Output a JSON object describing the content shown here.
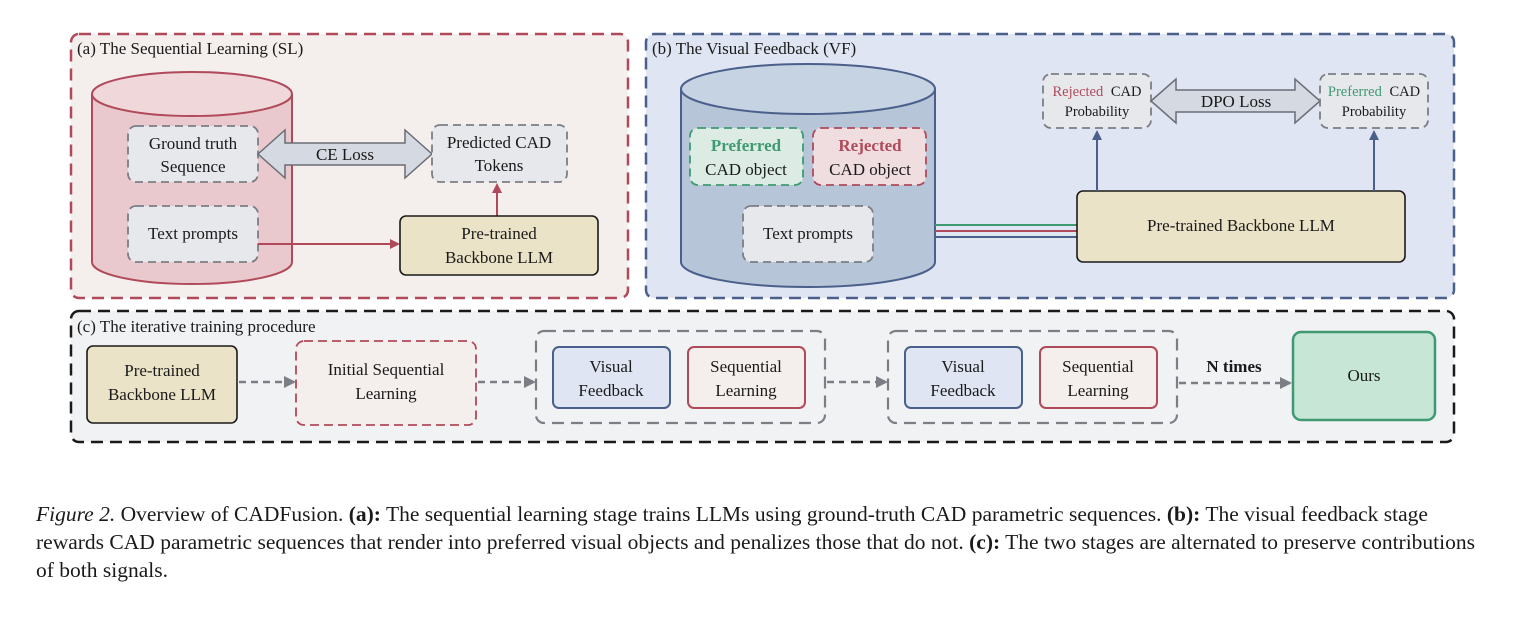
{
  "panels": {
    "sl_title": "(a) The Sequential Learning (SL)",
    "vf_title": "(b) The Visual Feedback (VF)",
    "iter_title": "(c) The iterative training procedure"
  },
  "sl": {
    "ground_truth": [
      "Ground truth",
      "Sequence"
    ],
    "ce_loss": "CE Loss",
    "predicted": [
      "Predicted CAD",
      "Tokens"
    ],
    "text_prompts": "Text prompts",
    "backbone": [
      "Pre-trained",
      "Backbone LLM"
    ]
  },
  "vf": {
    "preferred_obj": [
      "Preferred",
      "CAD object"
    ],
    "rejected_obj": [
      "Rejected",
      "CAD object"
    ],
    "text_prompts": "Text prompts",
    "rejected_prob": [
      "Rejected",
      "CAD",
      "Probability"
    ],
    "dpo_loss": "DPO Loss",
    "preferred_prob": [
      "Preferred",
      "CAD",
      "Probability"
    ],
    "backbone": "Pre-trained Backbone LLM"
  },
  "iter": {
    "backbone": [
      "Pre-trained",
      "Backbone LLM"
    ],
    "initial_sl": [
      "Initial Sequential",
      "Learning"
    ],
    "visual_feedback": [
      "Visual",
      "Feedback"
    ],
    "sequential_learning": [
      "Sequential",
      "Learning"
    ],
    "n_times": "N times",
    "ours": "Ours"
  },
  "caption": {
    "fig_label": "Figure 2.",
    "intro": " Overview of CADFusion. ",
    "a_label": "(a):",
    "a_text": " The sequential learning stage trains LLMs using ground-truth CAD parametric sequences. ",
    "b_label": "(b):",
    "b_text": " The visual feedback stage rewards CAD parametric sequences that render into preferred visual objects and penalizes those that do not. ",
    "c_label": "(c):",
    "c_text": " The two stages are alternated to preserve contributions of both signals."
  },
  "colors": {
    "red": "#b04a5a",
    "blue": "#4a5f8a",
    "green": "#3f9a72",
    "gray": "#7c7e86",
    "tan": "#ebe3c7"
  }
}
